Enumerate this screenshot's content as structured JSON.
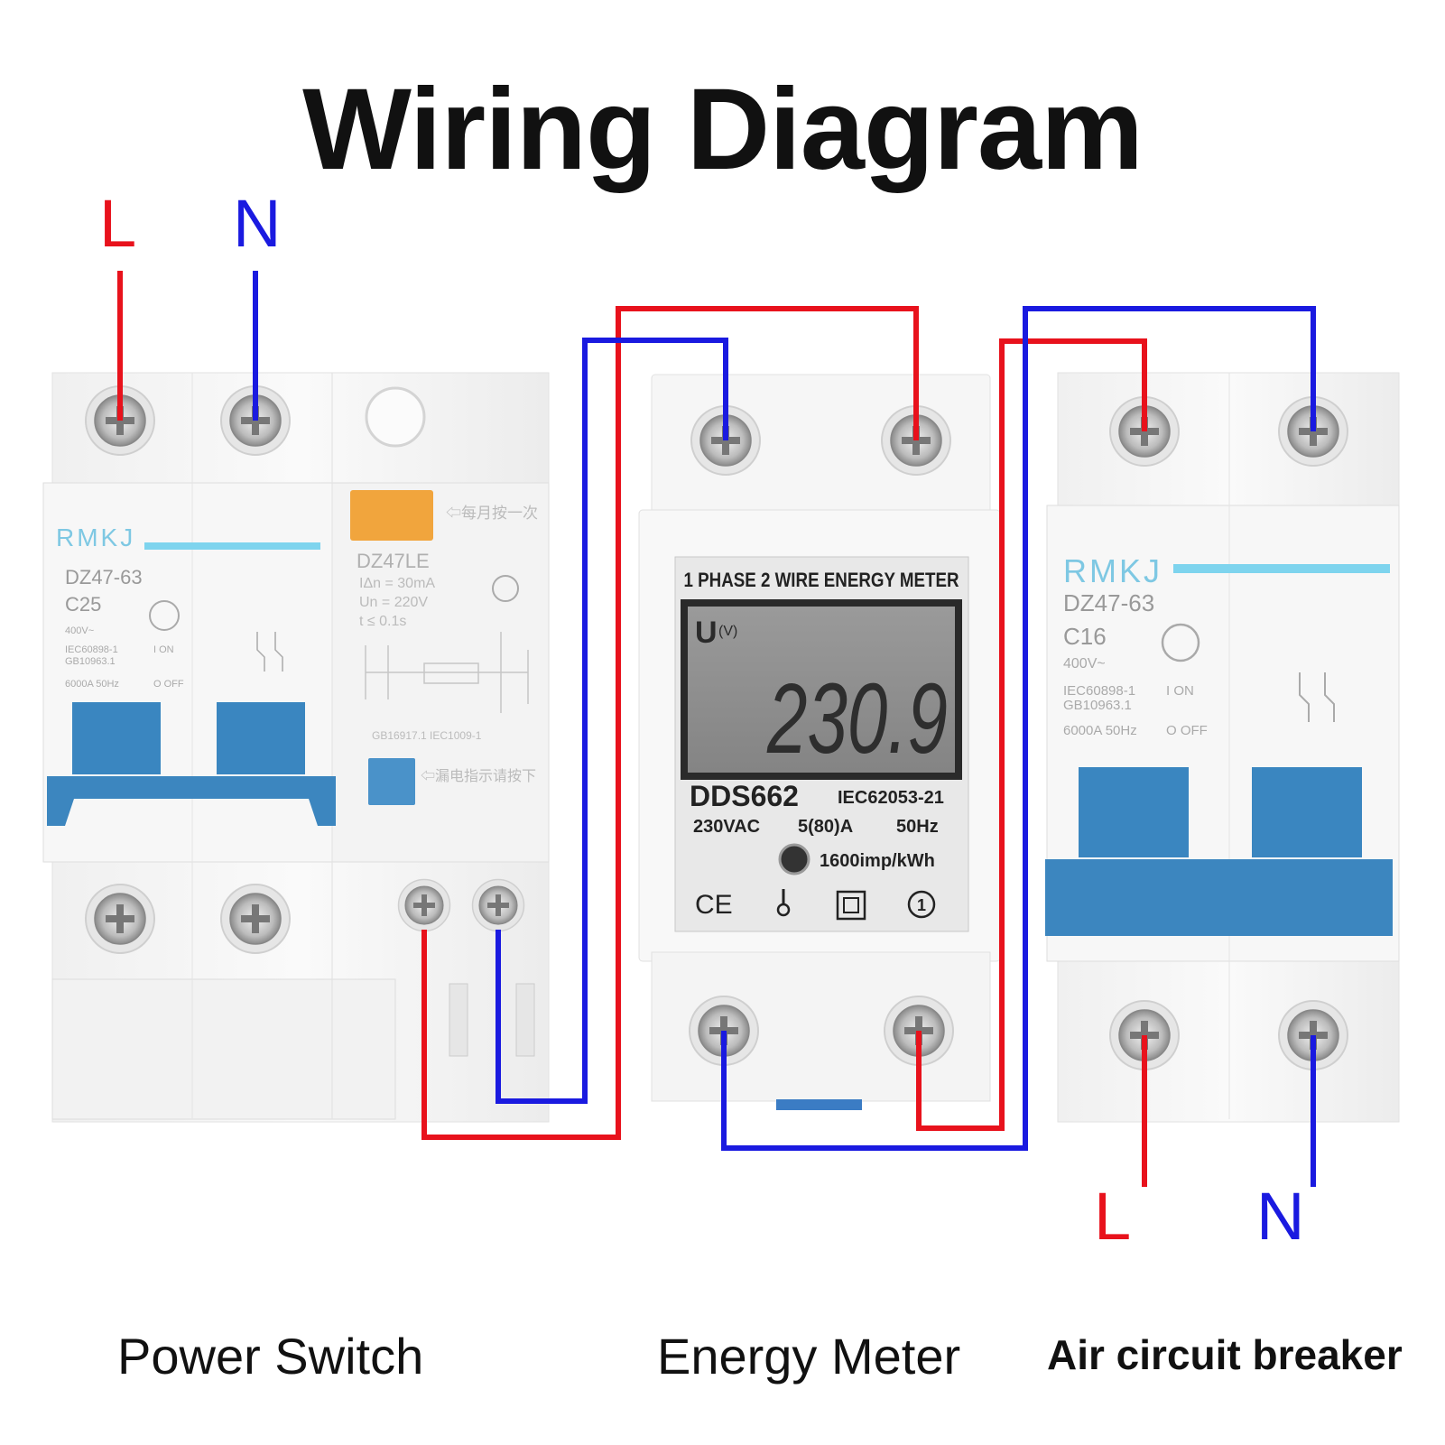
{
  "title": "Wiring Diagram",
  "supply_labels": {
    "line": "L",
    "neutral": "N"
  },
  "load_labels": {
    "line": "L",
    "neutral": "N"
  },
  "colors": {
    "line_wire": "#e8121c",
    "neutral_wire": "#1a1ae0",
    "handle": "#3a86c0",
    "lcd": "#8e8e8e"
  },
  "power_switch": {
    "caption": "Power Switch",
    "brand": "RMKJ",
    "model": "DZ47-63",
    "rating": "C25",
    "voltage": "400V~",
    "std1": "IEC60898-1",
    "std2": "GB10963.1",
    "breaking": "6000A 50Hz",
    "on": "I ON",
    "off": "O OFF",
    "rcd_model": "DZ47LE",
    "rcd_idn": "IΔn = 30mA",
    "rcd_un": "Un = 220V",
    "rcd_t": "t  ≤ 0.1s",
    "rcd_std": "GB16917.1  IEC1009-1",
    "rcd_note_top": "⇦每月按一次",
    "rcd_note_bottom": "⇦漏电指示请按下"
  },
  "energy_meter": {
    "caption": "Energy Meter",
    "header": "1 PHASE 2 WIRE ENERGY METER",
    "display_unit": "U",
    "display_unit_sub": "(V)",
    "display_value": "230.9",
    "model": "DDS662",
    "standard": "IEC62053-21",
    "voltage": "230VAC",
    "current": "5(80)A",
    "frequency": "50Hz",
    "constant": "1600imp/kWh",
    "ce": "CE",
    "class": "1"
  },
  "air_breaker": {
    "caption": "Air circuit breaker",
    "brand": "RMKJ",
    "model": "DZ47-63",
    "rating": "C16",
    "voltage": "400V~",
    "std1": "IEC60898-1",
    "std2": "GB10963.1",
    "breaking": "6000A 50Hz",
    "on": "I ON",
    "off": "O OFF"
  }
}
